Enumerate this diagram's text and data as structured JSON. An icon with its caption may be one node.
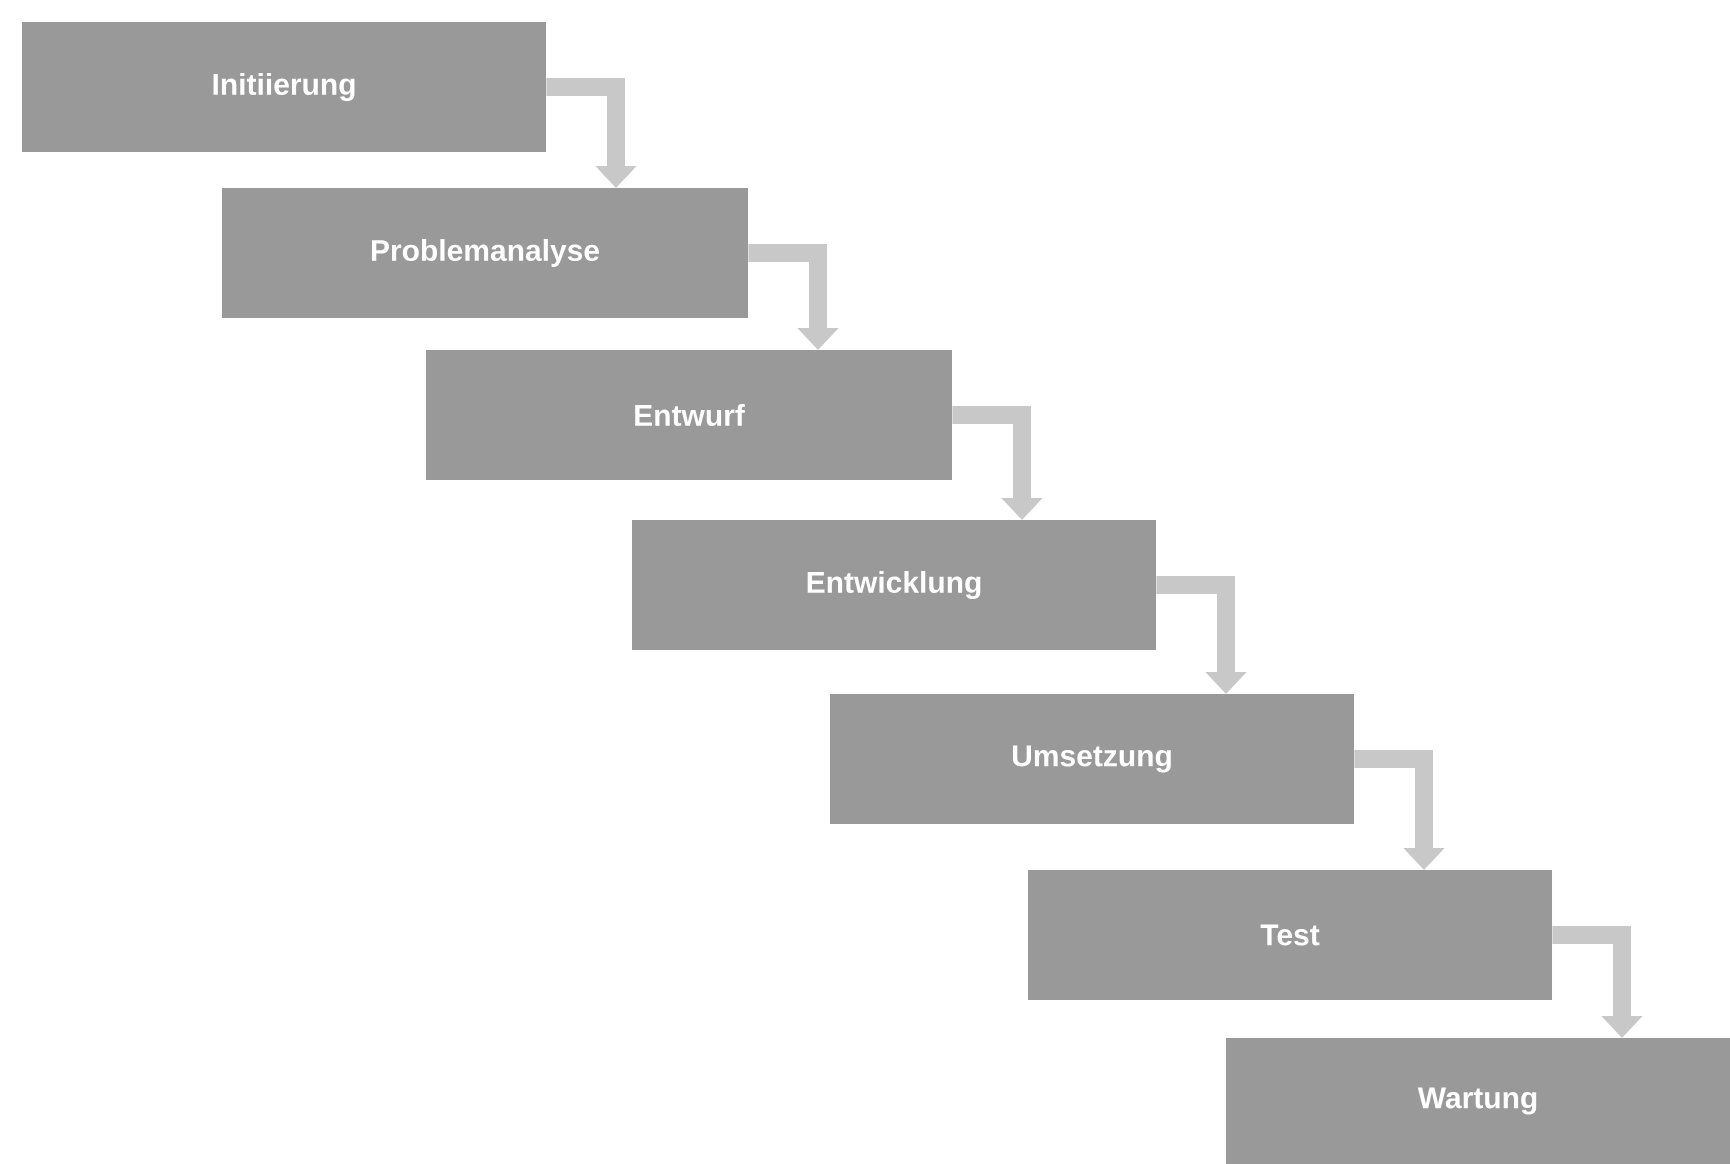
{
  "diagram": {
    "nodes": [
      {
        "text": [
          "Initiierung"
        ]
      },
      {
        "text": [
          "Problemanalyse"
        ]
      },
      {
        "text": [
          "Entwurf"
        ]
      },
      {
        "text": [
          "Entwicklung"
        ]
      },
      {
        "text": [
          "Umsetzung"
        ]
      },
      {
        "text": [
          "Test"
        ]
      },
      {
        "text": [
          "Wartung"
        ]
      }
    ],
    "edges": [
      {
        "from": 0,
        "to": 1,
        "arrow": "to"
      },
      {
        "from": 1,
        "to": 2,
        "arrow": "to"
      },
      {
        "from": 2,
        "to": 3,
        "arrow": "to"
      },
      {
        "from": 3,
        "to": 4,
        "arrow": "to"
      },
      {
        "from": 4,
        "to": 5,
        "arrow": "to"
      },
      {
        "from": 5,
        "to": 6,
        "arrow": "to"
      }
    ]
  }
}
